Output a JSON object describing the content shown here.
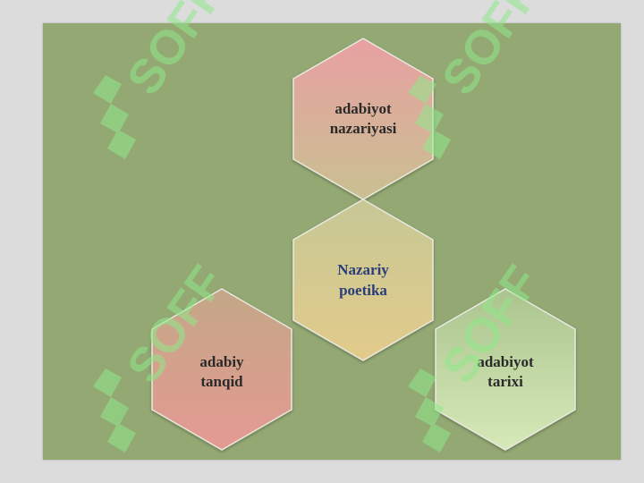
{
  "colors": {
    "background": "#dcdcdc",
    "slide": "#93a873",
    "label_dark": "#2a2a2a",
    "label_center": "#2b3d7a",
    "watermark": "#8fe98a"
  },
  "watermark": {
    "text": "SOFF",
    "icon": "soff-logo-icon"
  },
  "hexagons": [
    {
      "id": "adabiyot-nazariyasi",
      "line1": "adabiyot",
      "line2": "nazariyasi",
      "fill_top": "#e8a0a2",
      "fill_bottom": "#c9c091"
    },
    {
      "id": "nazariy-poetika",
      "line1": "Nazariy",
      "line2": "poetika",
      "fill_top": "#c7c895",
      "fill_bottom": "#e2cb8b"
    },
    {
      "id": "adabiy-tanqid",
      "line1": "adabiy",
      "line2": "tanqid",
      "fill_top": "#c4a787",
      "fill_bottom": "#e49a92"
    },
    {
      "id": "adabiyot-tarixi",
      "line1": "adabiyot",
      "line2": "tarixi",
      "fill_top": "#abc48e",
      "fill_bottom": "#d6e9b9"
    }
  ]
}
